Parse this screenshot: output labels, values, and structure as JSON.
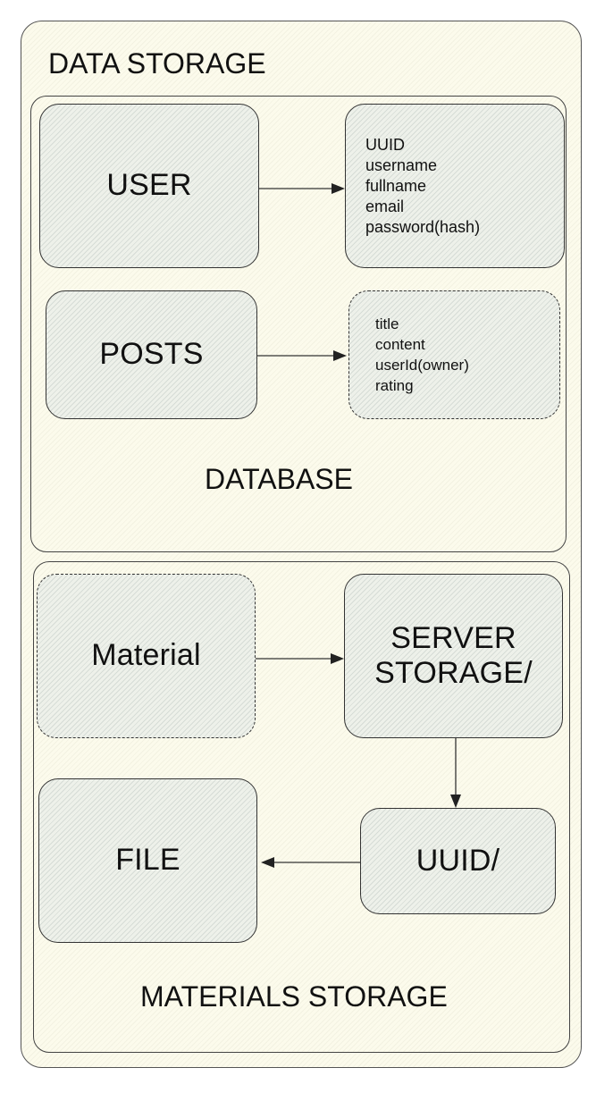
{
  "diagram": {
    "title": "DATA STORAGE",
    "database": {
      "label": "DATABASE",
      "user": {
        "label": "USER",
        "fields": [
          "UUID",
          "username",
          "fullname",
          "email",
          "password(hash)"
        ]
      },
      "posts": {
        "label": "POSTS",
        "fields": [
          "title",
          "content",
          "userId(owner)",
          "rating"
        ]
      }
    },
    "materials_storage": {
      "label": "MATERIALS STORAGE",
      "material": "Material",
      "server_storage_line1": "SERVER",
      "server_storage_line2": "STORAGE/",
      "uuid_dir": "UUID/",
      "file": "FILE"
    },
    "colors": {
      "outer_background": "#fcfbec",
      "node_fill": "#eef1ea",
      "stroke": "#333333"
    }
  }
}
